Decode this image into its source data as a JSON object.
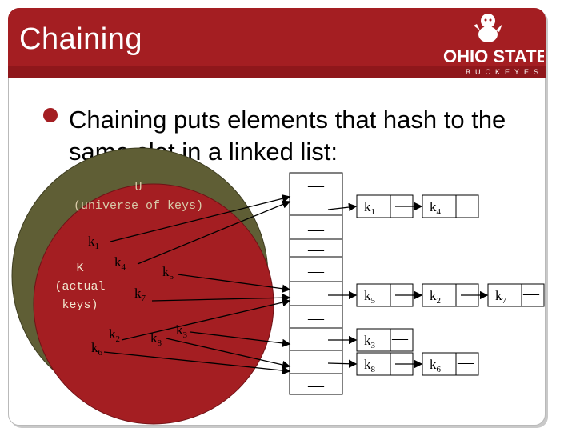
{
  "slide": {
    "title": "Chaining",
    "logo_text": "OHIO STATE",
    "logo_subtext": "BUCKEYES",
    "bullet_text": "Chaining puts elements that hash to the same slot in a linked list:"
  },
  "diagram": {
    "universe_label": "U",
    "universe_sub": "(universe of keys)",
    "actual_label": "K",
    "actual_sub1": "(actual",
    "actual_sub2": "keys)",
    "keys": {
      "k1": "k",
      "k1_sub": "1",
      "k2": "k",
      "k2_sub": "2",
      "k3": "k",
      "k3_sub": "3",
      "k4": "k",
      "k4_sub": "4",
      "k5": "k",
      "k5_sub": "5",
      "k6": "k",
      "k6_sub": "6",
      "k7": "k",
      "k7_sub": "7",
      "k8": "k",
      "k8_sub": "8"
    },
    "nil_symbol": "—",
    "colors": {
      "outer": "#5f5e35",
      "inner": "#a41e22",
      "title_bar": "#a41e22"
    }
  }
}
